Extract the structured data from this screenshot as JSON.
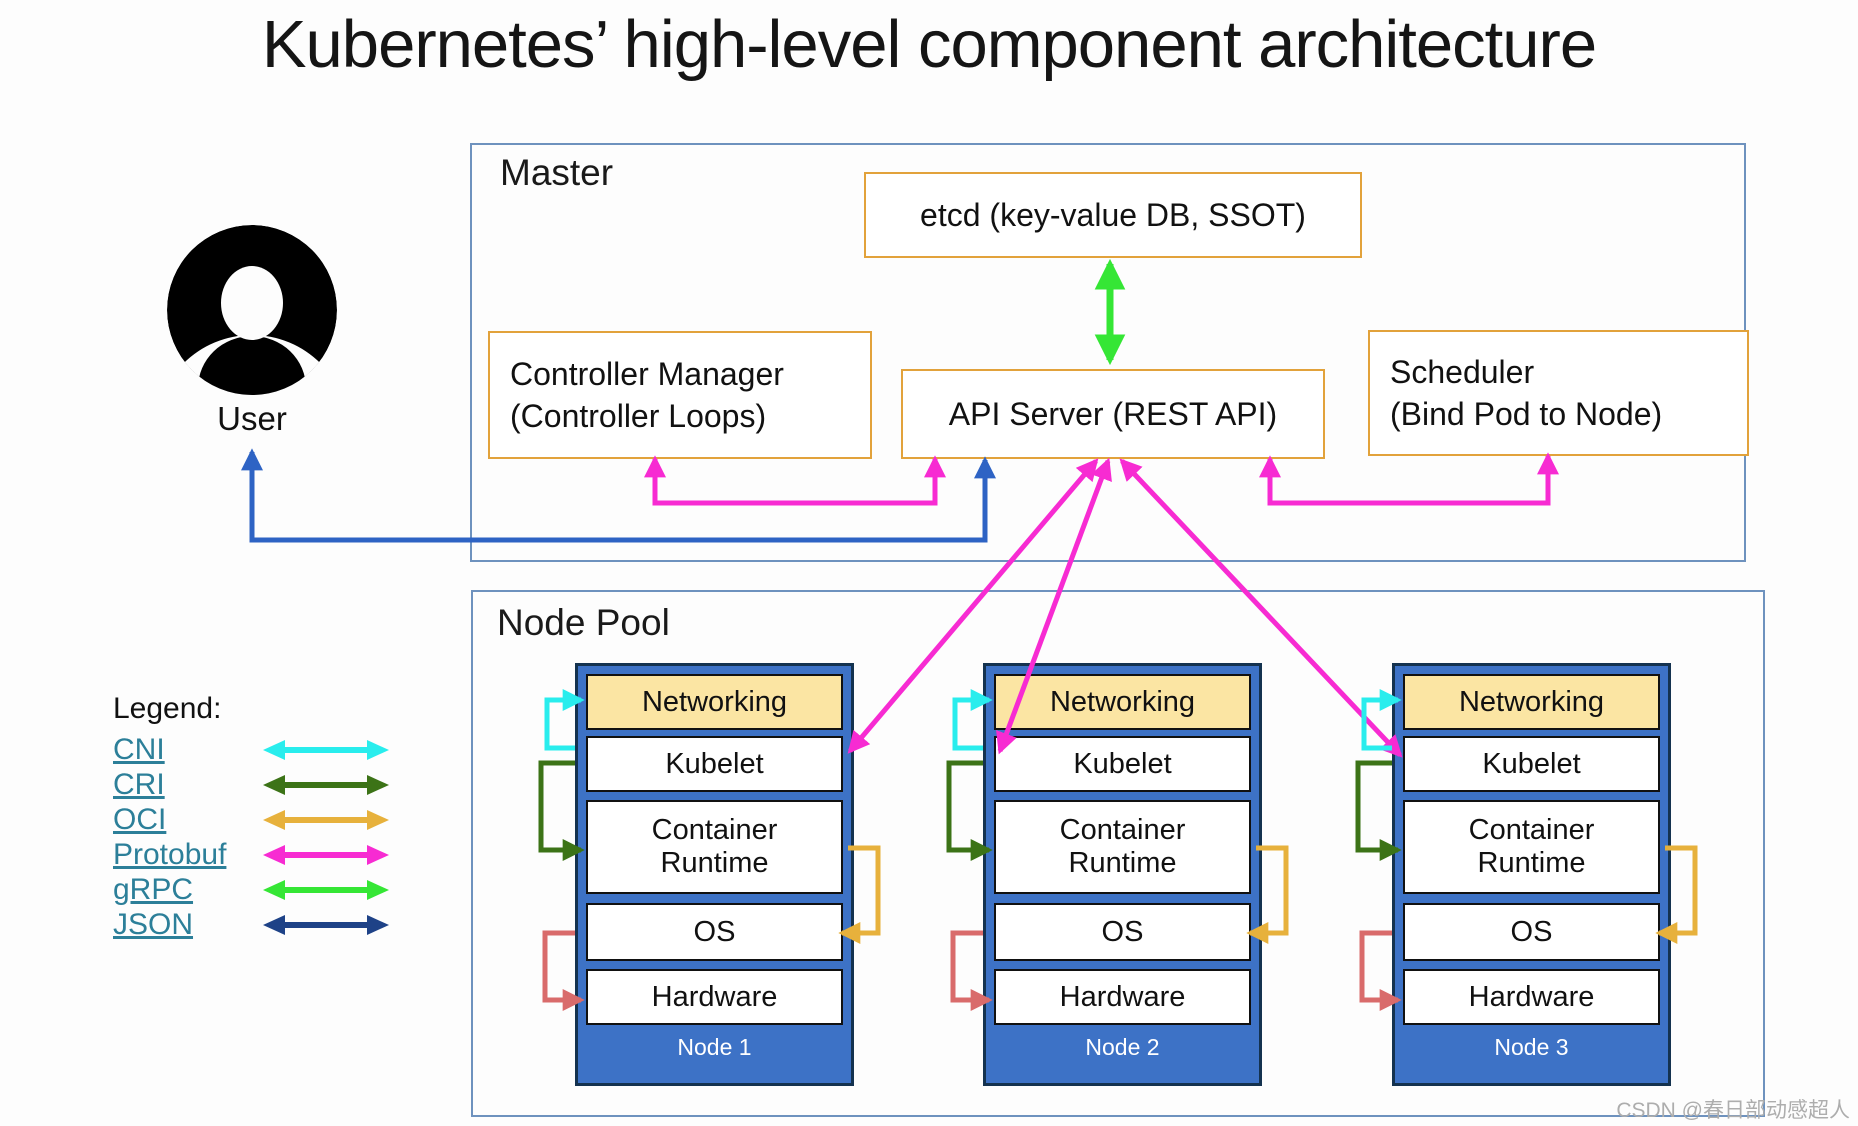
{
  "title": "Kubernetes’ high-level component architecture",
  "palette": {
    "frame": "#6E92BE",
    "obox": "#E2A23B",
    "nodeblue": "#3D72C6",
    "tan": "#FBE5A3",
    "cni": "#29EDED",
    "cri": "#3C7317",
    "oci": "#E7B13C",
    "protobuf": "#F72BD2",
    "grpc": "#35E635",
    "json": "#1E4287",
    "user_link": "#2E63C4",
    "hw_link": "#D96B6B",
    "link_text": "#2C7F99",
    "watermark_gray": "#ADADAD"
  },
  "master": {
    "label": "Master",
    "etcd_label": "etcd (key-value DB, SSOT)",
    "controller_manager_line1": "Controller Manager",
    "controller_manager_line2": "(Controller Loops)",
    "api_server_label": "API Server (REST API)",
    "scheduler_line1": "Scheduler",
    "scheduler_line2": "(Bind Pod to Node)"
  },
  "user": {
    "label": "User"
  },
  "node_pool": {
    "label": "Node Pool",
    "nodes": [
      {
        "name": "Node 1",
        "networking": "Networking",
        "kubelet": "Kubelet",
        "runtime": "Container Runtime",
        "os": "OS",
        "hardware": "Hardware"
      },
      {
        "name": "Node 2",
        "networking": "Networking",
        "kubelet": "Kubelet",
        "runtime": "Container Runtime",
        "os": "OS",
        "hardware": "Hardware"
      },
      {
        "name": "Node 3",
        "networking": "Networking",
        "kubelet": "Kubelet",
        "runtime": "Container Runtime",
        "os": "OS",
        "hardware": "Hardware"
      }
    ]
  },
  "legend": {
    "title": "Legend:",
    "items": [
      {
        "label": "CNI",
        "color": "#29EDED"
      },
      {
        "label": "CRI",
        "color": "#3C7317"
      },
      {
        "label": "OCI",
        "color": "#E7B13C"
      },
      {
        "label": "Protobuf",
        "color": "#F72BD2"
      },
      {
        "label": "gRPC",
        "color": "#35E635"
      },
      {
        "label": "JSON",
        "color": "#1E4287"
      }
    ]
  },
  "watermark": "CSDN @春日部动感超人"
}
